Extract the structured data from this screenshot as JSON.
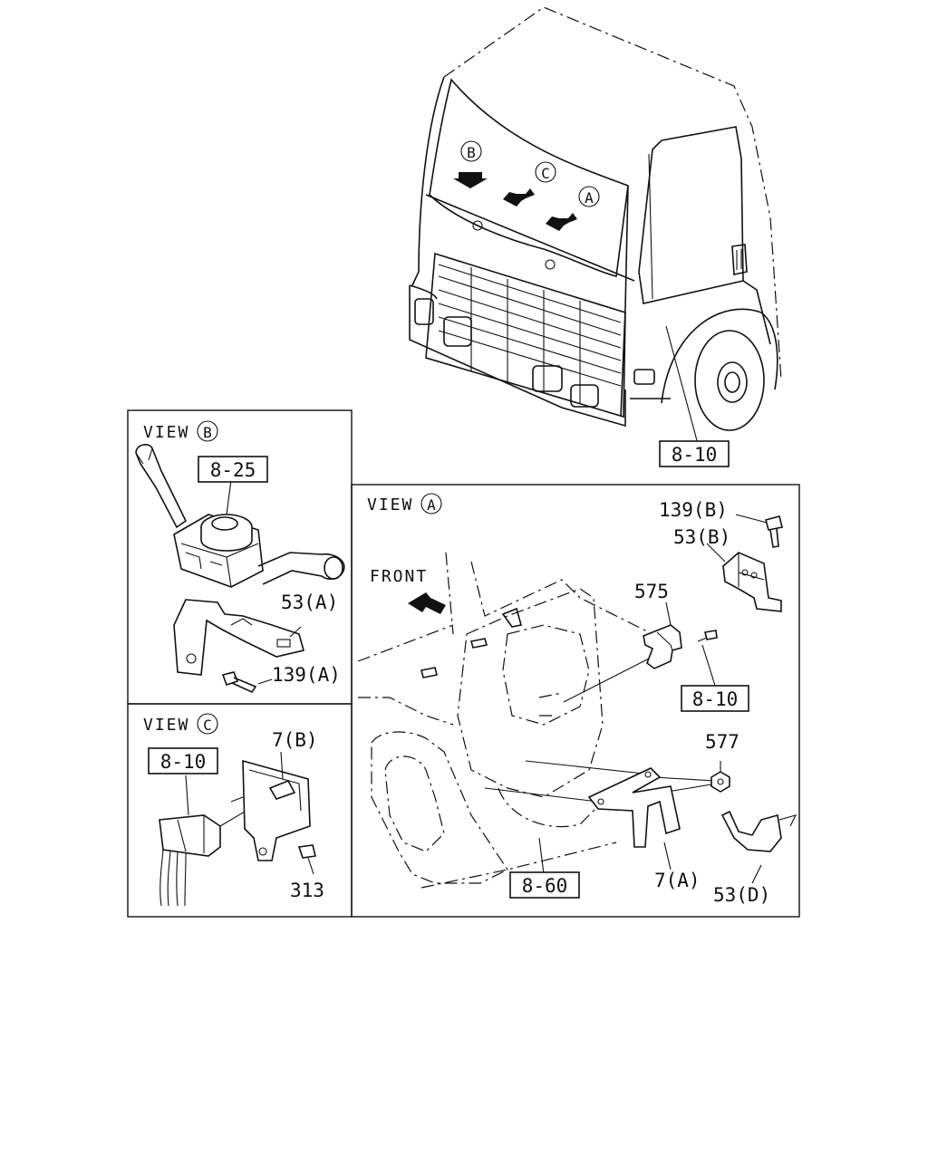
{
  "views": {
    "b": {
      "prefix": "VIEW",
      "letter": "B"
    },
    "c": {
      "prefix": "VIEW",
      "letter": "C"
    },
    "a": {
      "prefix": "VIEW",
      "letter": "A"
    }
  },
  "cab": {
    "arrow_b": "B",
    "arrow_c": "C",
    "arrow_a": "A",
    "ref": "8-10"
  },
  "view_b": {
    "ref": "8-25",
    "bracket": "53(A)",
    "bolt": "139(A)"
  },
  "view_c": {
    "ref": "8-10",
    "bracket": "7(B)",
    "bolt": "313"
  },
  "view_a": {
    "front": "FRONT",
    "bolt_b": "139(B)",
    "bracket_b": "53(B)",
    "clip": "575",
    "ref_top": "8-10",
    "nut": "577",
    "ref_bottom": "8-60",
    "bracket_7a": "7(A)",
    "bracket_d": "53(D)"
  }
}
